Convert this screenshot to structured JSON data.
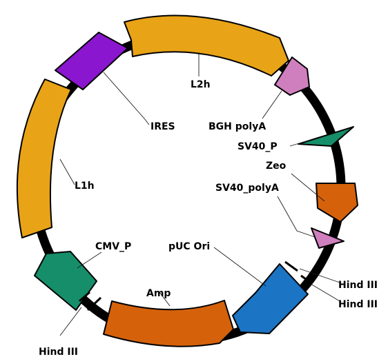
{
  "colors": {
    "orange_cds": "#e8a317",
    "purple_ires": "#8b16cf",
    "pink_signal": "#d07fbe",
    "teal_promoter": "#168e6a",
    "burnt_orange": "#d5620b",
    "blue_ori": "#1b74c4",
    "backbone": "#000000"
  },
  "features": [
    {
      "id": "l2h",
      "name": "L2h",
      "shape": "arrow-cw",
      "color": "#e8a317"
    },
    {
      "id": "ires",
      "name": "IRES",
      "shape": "arrow-ccw",
      "color": "#8b16cf"
    },
    {
      "id": "l1h",
      "name": "L1h",
      "shape": "block",
      "color": "#e8a317"
    },
    {
      "id": "cmv-p",
      "name": "CMV_P",
      "shape": "arrow-ccw",
      "color": "#168e6a"
    },
    {
      "id": "amp",
      "name": "Amp",
      "shape": "block",
      "color": "#d5620b"
    },
    {
      "id": "puc-ori",
      "name": "pUC Ori",
      "shape": "arrow-ccw",
      "color": "#1b74c4"
    },
    {
      "id": "zeo",
      "name": "Zeo",
      "shape": "arrow-cw",
      "color": "#d5620b"
    },
    {
      "id": "bgh-polya",
      "name": "BGH polyA",
      "shape": "arrow-cw",
      "color": "#d07fbe"
    },
    {
      "id": "sv40-p",
      "name": "SV40_P",
      "shape": "triangle",
      "color": "#168e6a"
    },
    {
      "id": "sv40-polya",
      "name": "SV40_polyA",
      "shape": "triangle",
      "color": "#d07fbe"
    }
  ],
  "sites": [
    {
      "id": "hind-iii-1",
      "name": "Hind III"
    },
    {
      "id": "hind-iii-2",
      "name": "Hind III"
    },
    {
      "id": "hind-iii-3",
      "name": "Hind III"
    }
  ]
}
